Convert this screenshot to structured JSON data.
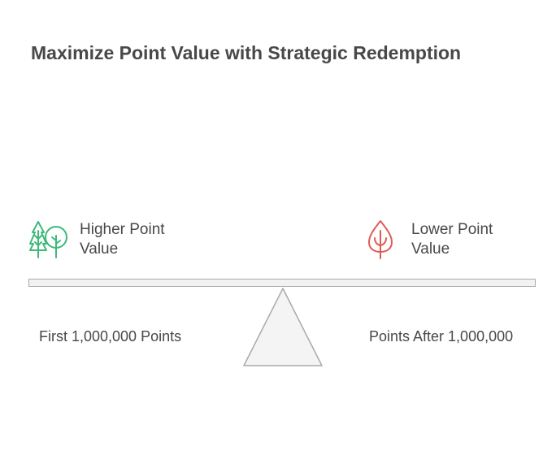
{
  "title": "Maximize Point Value with Strategic Redemption",
  "left": {
    "label_line1": "Higher Point",
    "label_line2": "Value",
    "caption": "First 1,000,000 Points",
    "icon": "trees-icon",
    "color": "#3dba7a"
  },
  "right": {
    "label_line1": "Lower Point",
    "label_line2": "Value",
    "caption": "Points After 1,000,000",
    "icon": "leaf-icon",
    "color": "#e05a55"
  },
  "colors": {
    "beam_fill": "#f2f2f2",
    "beam_stroke": "#a9a9a9",
    "text": "#484848"
  }
}
